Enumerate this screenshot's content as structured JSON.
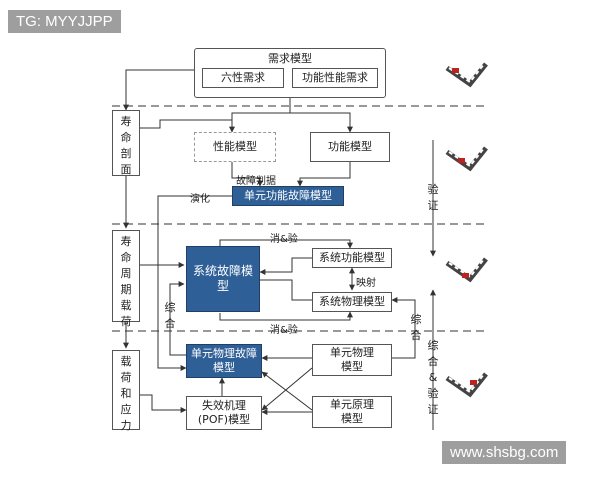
{
  "watermark_top": "TG: MYYJJPP",
  "watermark_bottom": "www.shsbg.com",
  "boxes": {
    "demand_model": "需求模型",
    "six_demand": "六性需求",
    "func_perf_demand": "功能性能需求",
    "life_profile": "寿命剖面",
    "perf_model": "性能模型",
    "func_model": "功能模型",
    "unit_func_fault": "单元功能故障模型",
    "life_cycle_load": "寿命周期载荷",
    "sys_fault": "系统故障模型",
    "sys_func": "系统功能模型",
    "sys_phys": "系统物理模型",
    "load_stress": "载荷和应力",
    "unit_phys_fault": "单元物理故障模型",
    "unit_phys": "单元物理模型",
    "pof": "失效机理(POF)模型",
    "unit_principle": "单元原理模型"
  },
  "labels": {
    "fault_judge": "故障判据",
    "evolve": "演化",
    "eliminate_verify_1": "消&验",
    "eliminate_verify_2": "消&验",
    "mapping": "映射",
    "synthesize_left": "综合",
    "synthesize_right": "综合",
    "verify": "验证",
    "synth_and_verify": "综合&验证"
  }
}
